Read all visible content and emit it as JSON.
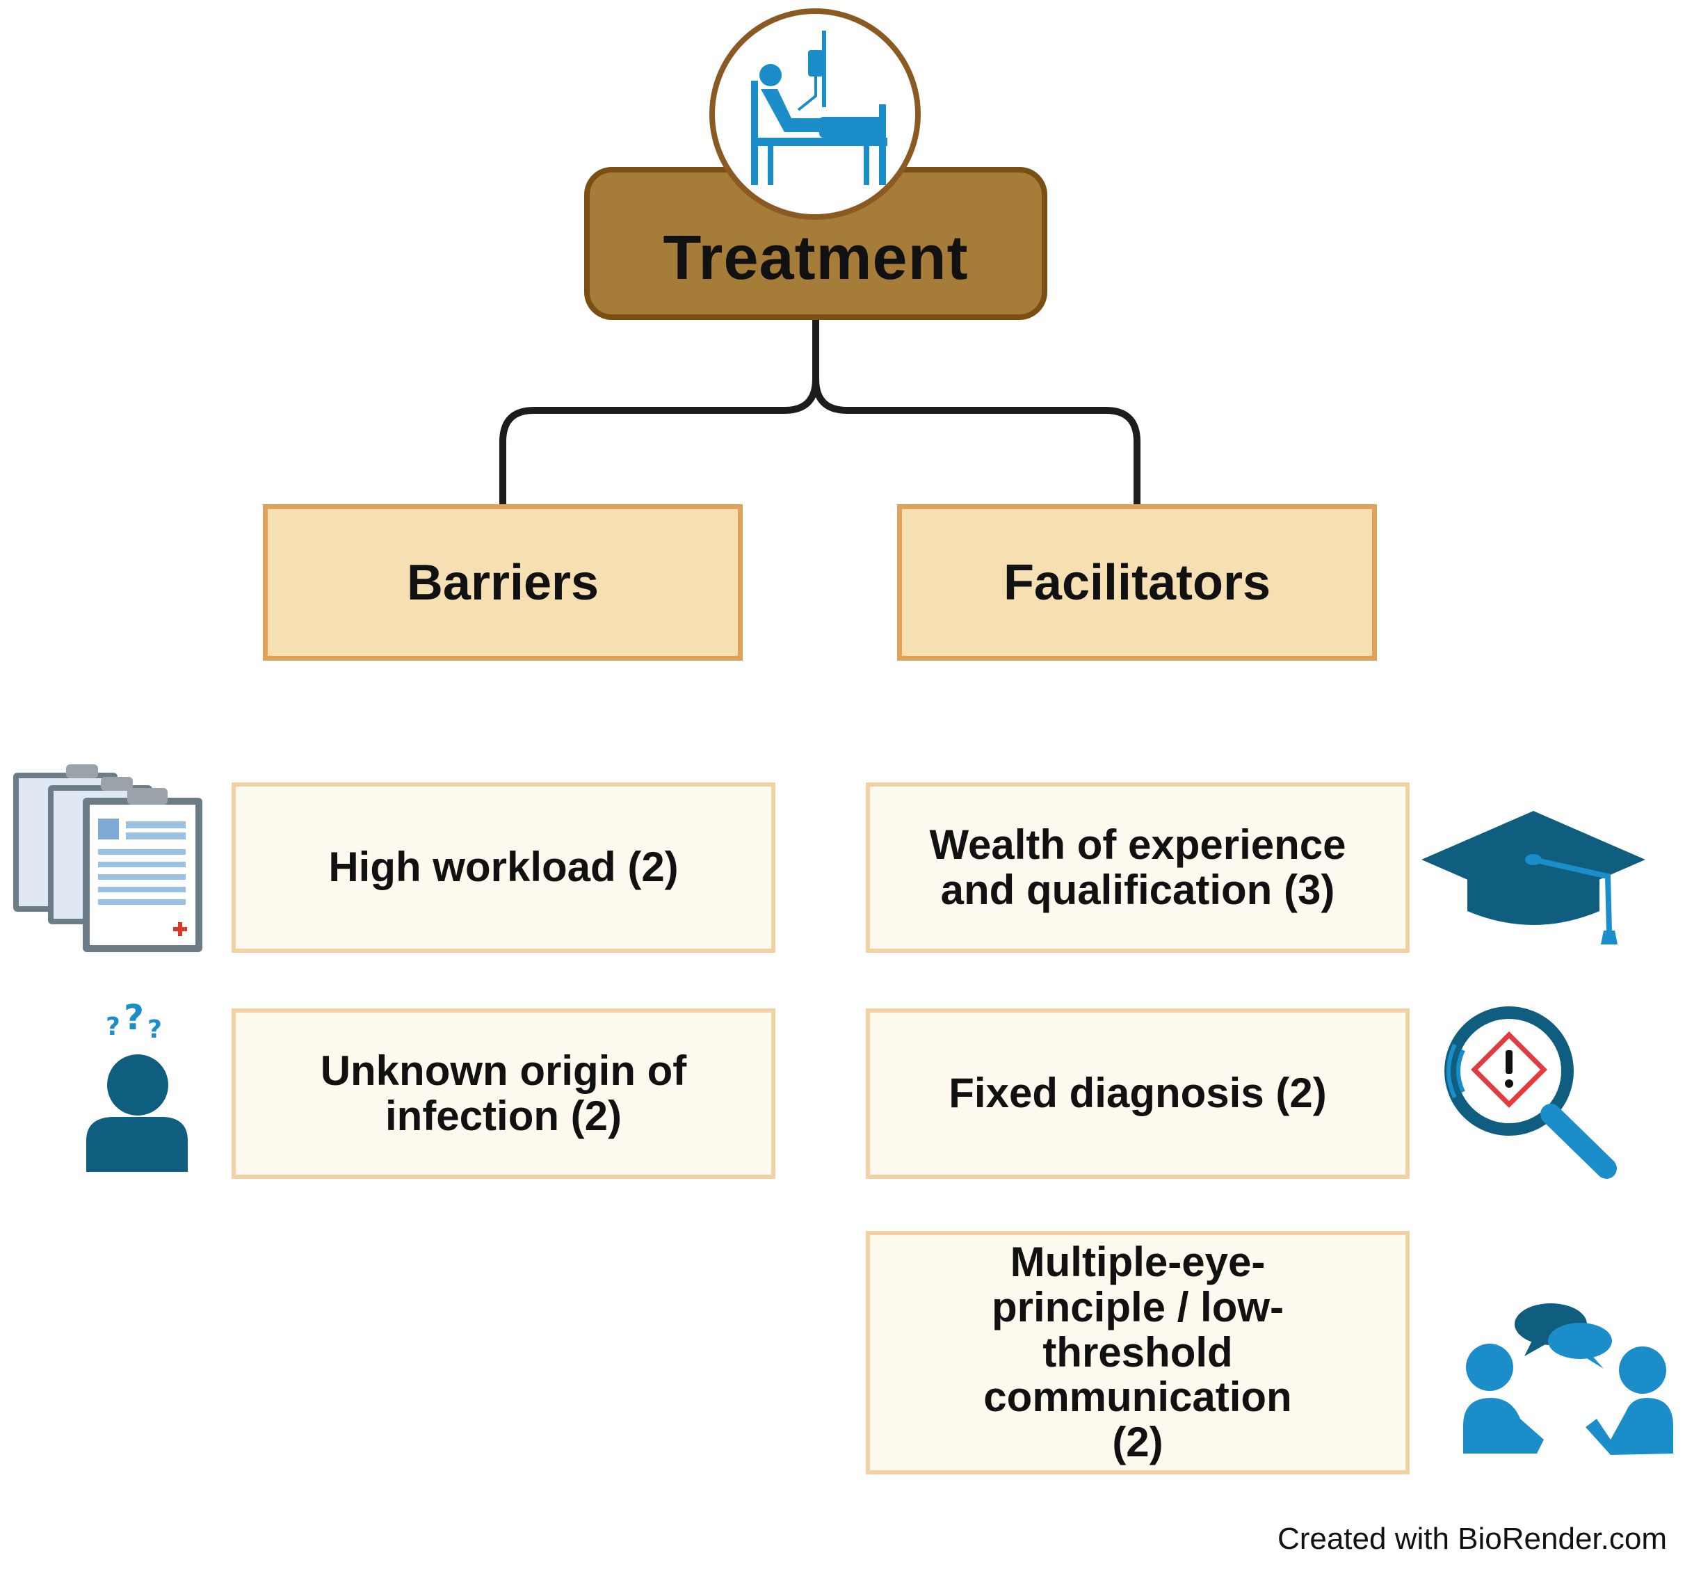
{
  "root": {
    "label": "Treatment",
    "icon": "hospital-bed-icon"
  },
  "categories": [
    {
      "label": "Barriers"
    },
    {
      "label": "Facilitators"
    }
  ],
  "barriers": [
    {
      "label": "High workload (2)",
      "icon": "clipboards-icon"
    },
    {
      "label": "Unknown origin of infection (2)",
      "icon": "confused-person-icon"
    }
  ],
  "facilitators": [
    {
      "label": "Wealth of experience and qualification (3)",
      "icon": "graduation-cap-icon"
    },
    {
      "label": "Fixed diagnosis (2)",
      "icon": "magnifier-warning-icon"
    },
    {
      "label": "Multiple-eye-principle / low-threshold communication (2)",
      "icon": "conversation-icon"
    }
  ],
  "credit": "Created with BioRender.com",
  "colors": {
    "root_fill": "#a67c39",
    "root_border": "#7a4f14",
    "category_fill": "#f6e0b3",
    "category_border": "#e0a25a",
    "item_fill": "#fef9ef",
    "item_border": "#f2d2a4",
    "icon_blue": "#1b8ec9",
    "icon_dark": "#0f5e7f"
  }
}
